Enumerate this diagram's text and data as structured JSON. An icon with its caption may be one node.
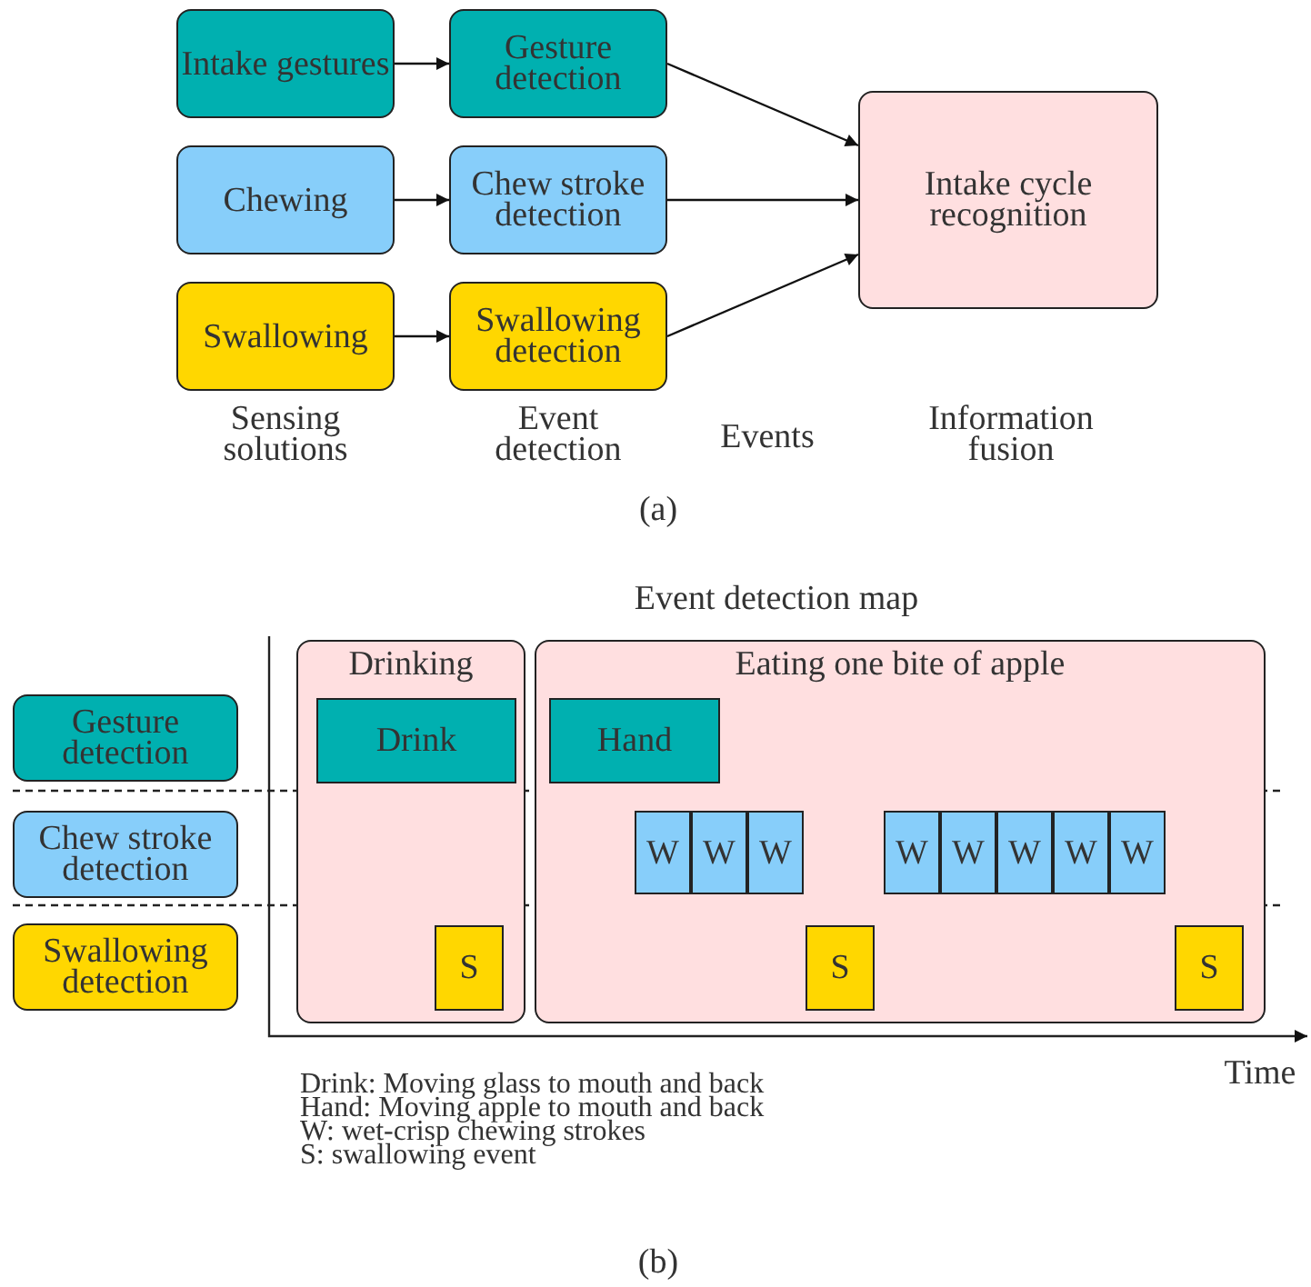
{
  "diagram": {
    "nodes": [
      {
        "text": [
          "Intake gestures"
        ]
      },
      {
        "text": [
          "Gesture detection"
        ]
      },
      {
        "text": [
          "Chewing"
        ]
      },
      {
        "text": [
          "Chew stroke detection"
        ]
      },
      {
        "text": [
          "Swallowing"
        ]
      },
      {
        "text": [
          "Swallowing detection"
        ]
      },
      {
        "text": [
          "Intake cycle recognition"
        ]
      },
      {
        "text": [
          "Gesture detection"
        ]
      },
      {
        "text": [
          "Chew stroke detection"
        ]
      },
      {
        "text": [
          "Swallowing detection"
        ]
      },
      {
        "text": [
          "Drinking"
        ]
      },
      {
        "text": [
          "Eating one bite of apple"
        ]
      },
      {
        "text": [
          "Drink"
        ],
        "in": 10
      },
      {
        "text": [
          "Hand"
        ],
        "in": 11
      },
      {
        "text": [
          "W"
        ],
        "in": 11
      },
      {
        "text": [
          "W"
        ],
        "in": 11
      },
      {
        "text": [
          "W"
        ],
        "in": 11
      },
      {
        "text": [
          "W"
        ],
        "in": 11
      },
      {
        "text": [
          "W"
        ],
        "in": 11
      },
      {
        "text": [
          "W"
        ],
        "in": 11
      },
      {
        "text": [
          "W"
        ],
        "in": 11
      },
      {
        "text": [
          "W"
        ],
        "in": 11
      },
      {
        "text": [
          "S"
        ],
        "in": 10
      },
      {
        "text": [
          "S"
        ],
        "in": 11
      },
      {
        "text": [
          "S"
        ],
        "in": 11
      }
    ],
    "edges": [
      {
        "from": 0,
        "to": 1,
        "arrow": "to"
      },
      {
        "from": 2,
        "to": 3,
        "arrow": "to"
      },
      {
        "from": 4,
        "to": 5,
        "arrow": "to"
      },
      {
        "from": 1,
        "to": 6,
        "arrow": "to"
      },
      {
        "from": 3,
        "to": 6,
        "arrow": "to"
      },
      {
        "from": 5,
        "to": 6,
        "arrow": "to"
      }
    ],
    "labels": [
      "Sensing solutions",
      "Event detection",
      "Events",
      "Information fusion",
      "(a)",
      "Event detection map",
      "Time",
      "Drink: Moving glass to mouth and back",
      "Hand: Moving apple to mouth and back",
      "W: wet-crisp chewing strokes",
      "S: swallowing event",
      "(b)"
    ]
  }
}
